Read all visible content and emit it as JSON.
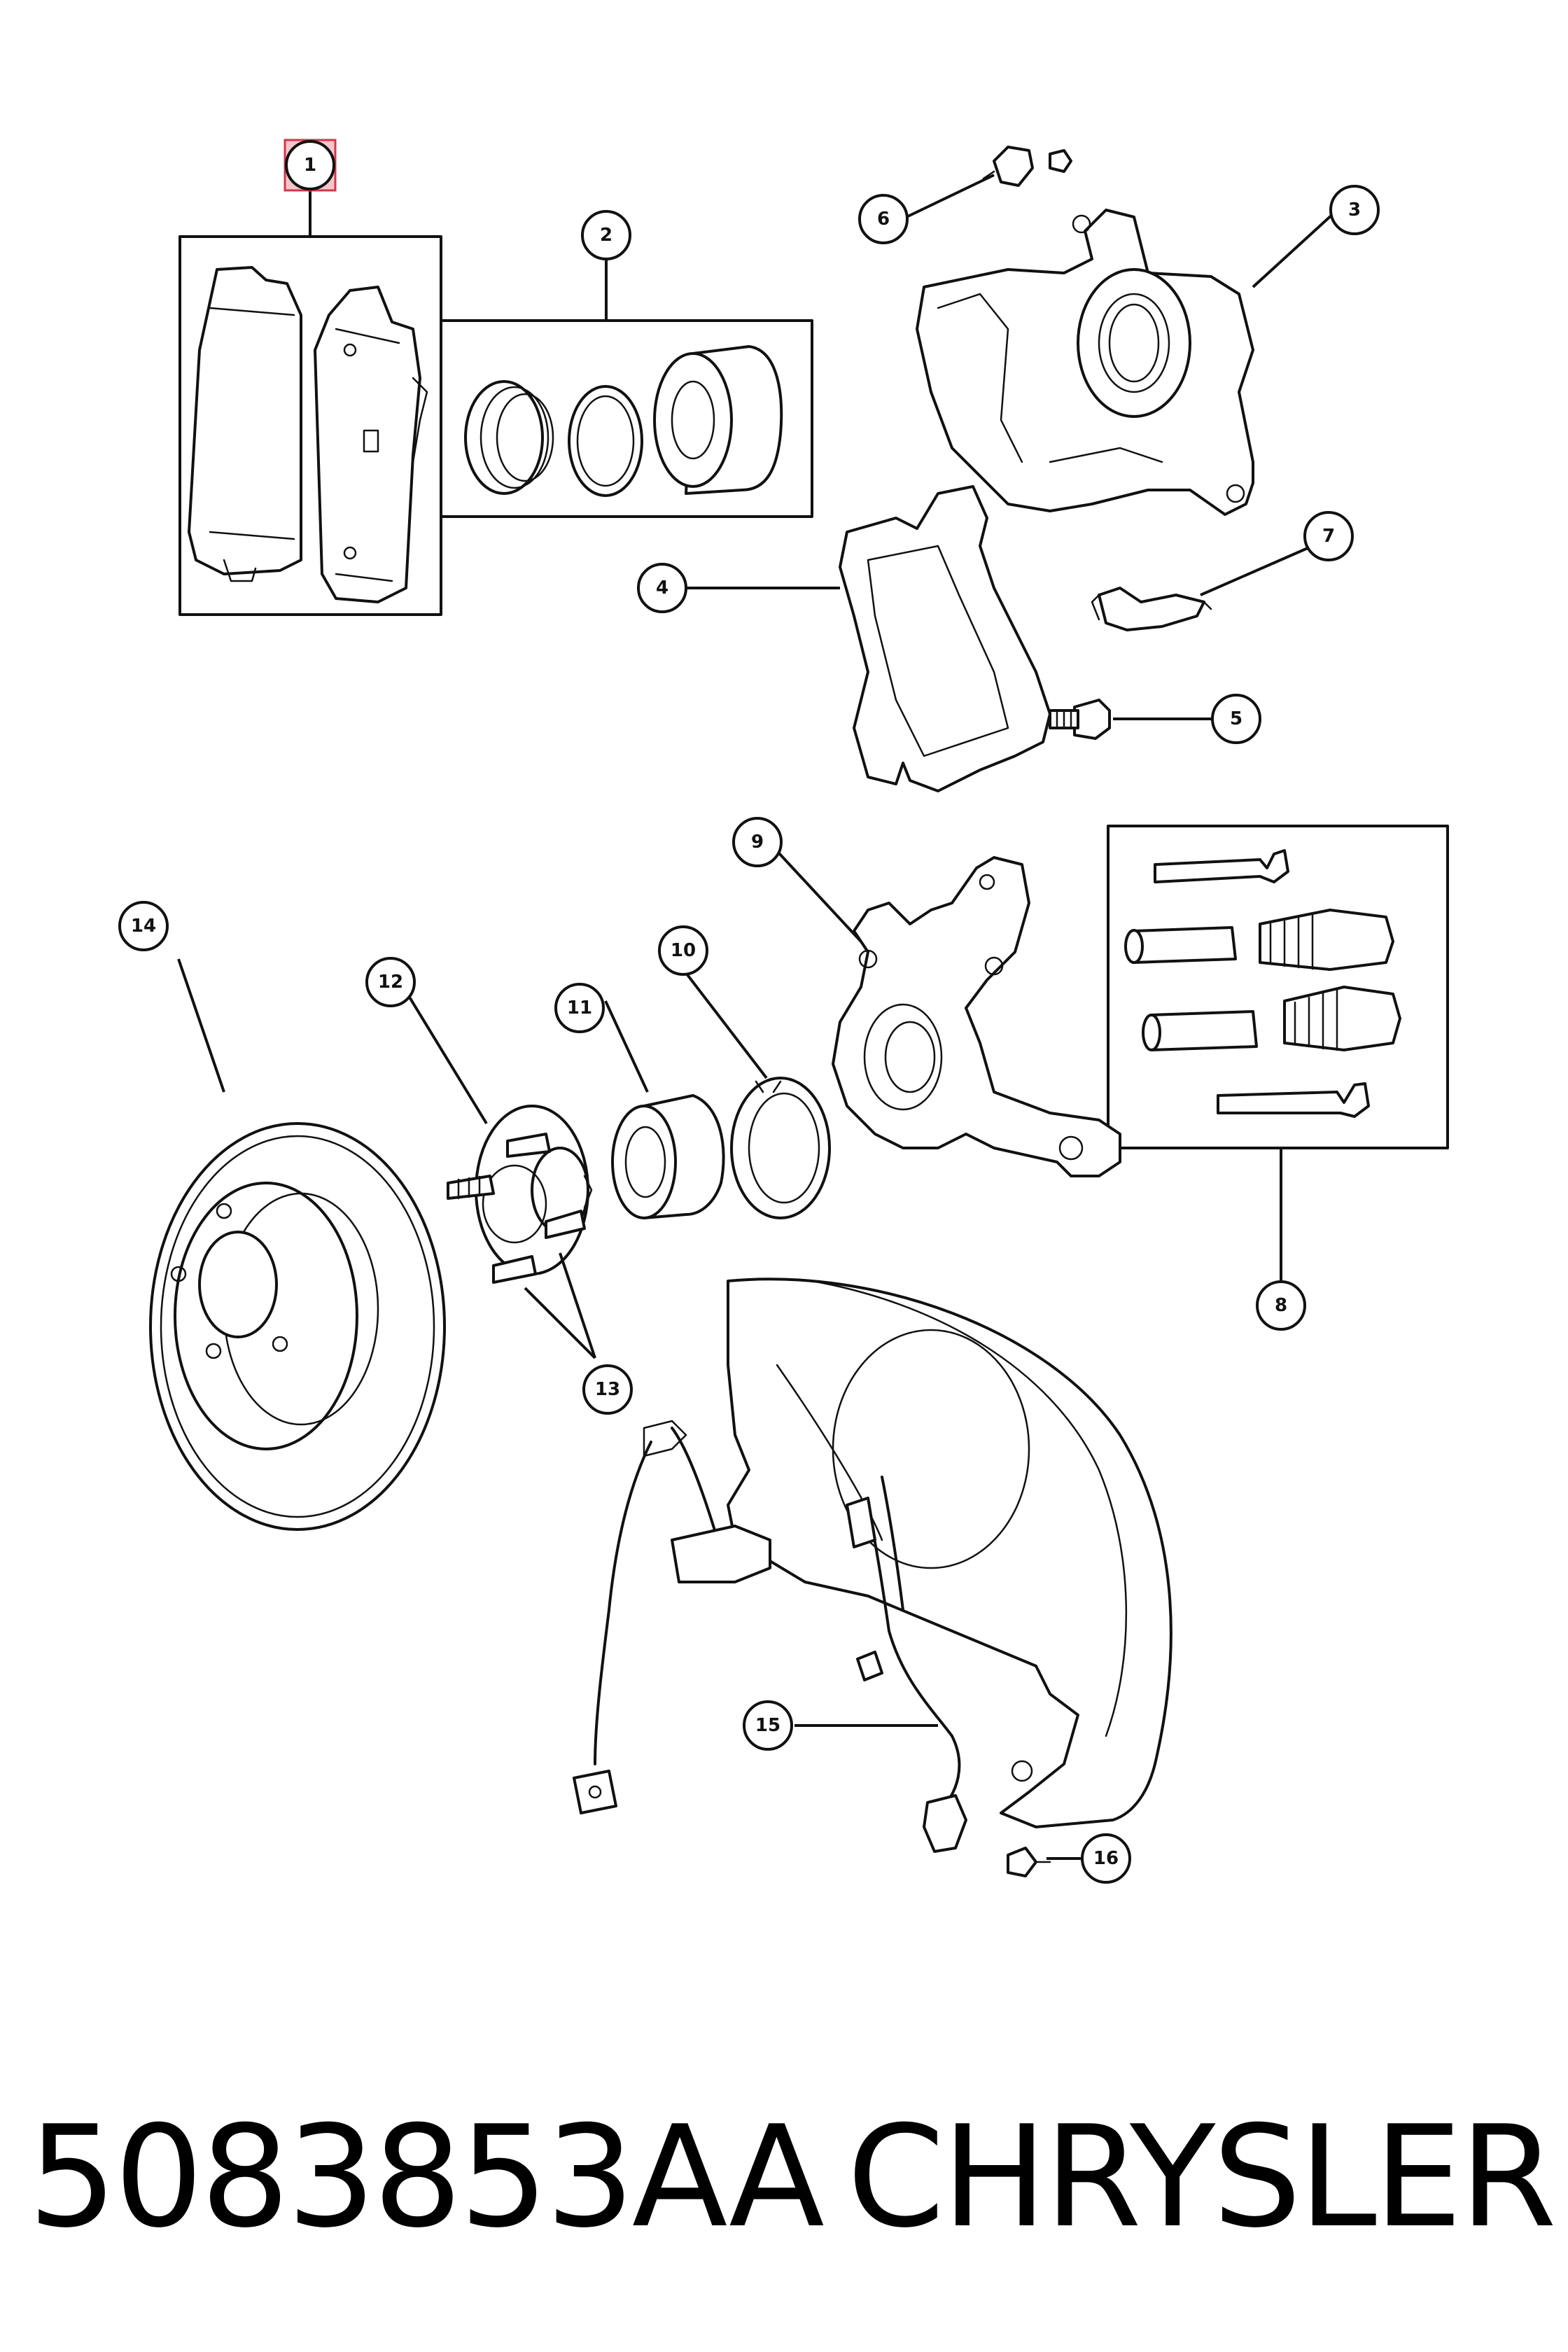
{
  "caption": {
    "part_number": "5083853AA",
    "brand": "CHRYSLER"
  },
  "callouts": {
    "c1": "1",
    "c2": "2",
    "c3": "3",
    "c4": "4",
    "c5": "5",
    "c6": "6",
    "c7": "7",
    "c8": "8",
    "c9": "9",
    "c10": "10",
    "c11": "11",
    "c12": "12",
    "c13": "13",
    "c14": "14",
    "c15": "15",
    "c16": "16"
  },
  "highlighted_callout": "1",
  "colors": {
    "highlight_fill": "#f4c6cc",
    "highlight_stroke": "#d2374a",
    "ink": "#111111"
  }
}
